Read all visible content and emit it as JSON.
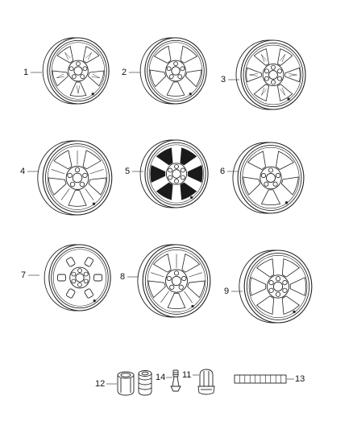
{
  "diagram": {
    "callouts": {
      "c1": "1",
      "c2": "2",
      "c3": "3",
      "c4": "4",
      "c5": "5",
      "c6": "6",
      "c7": "7",
      "c8": "8",
      "c9": "9",
      "c10": "12",
      "c11": "14",
      "c12": "11",
      "c13": "13"
    },
    "wheels": [
      {
        "id": 1,
        "style": "five-split-spoke"
      },
      {
        "id": 2,
        "style": "five-wide-spoke"
      },
      {
        "id": 3,
        "style": "six-window-spoke"
      },
      {
        "id": 4,
        "style": "five-double-spoke"
      },
      {
        "id": 5,
        "style": "six-spoke-black-pocket"
      },
      {
        "id": 6,
        "style": "five-slot-spoke"
      },
      {
        "id": 7,
        "style": "steel-wheel"
      },
      {
        "id": 8,
        "style": "five-double-spoke-chrome"
      },
      {
        "id": 9,
        "style": "six-spoke-pocket"
      }
    ],
    "hardware": [
      {
        "id": 12,
        "item": "wheel-lock-set"
      },
      {
        "id": 14,
        "item": "valve-stem"
      },
      {
        "id": 11,
        "item": "lug-nut"
      },
      {
        "id": 13,
        "item": "balance-weight-strip"
      }
    ]
  }
}
